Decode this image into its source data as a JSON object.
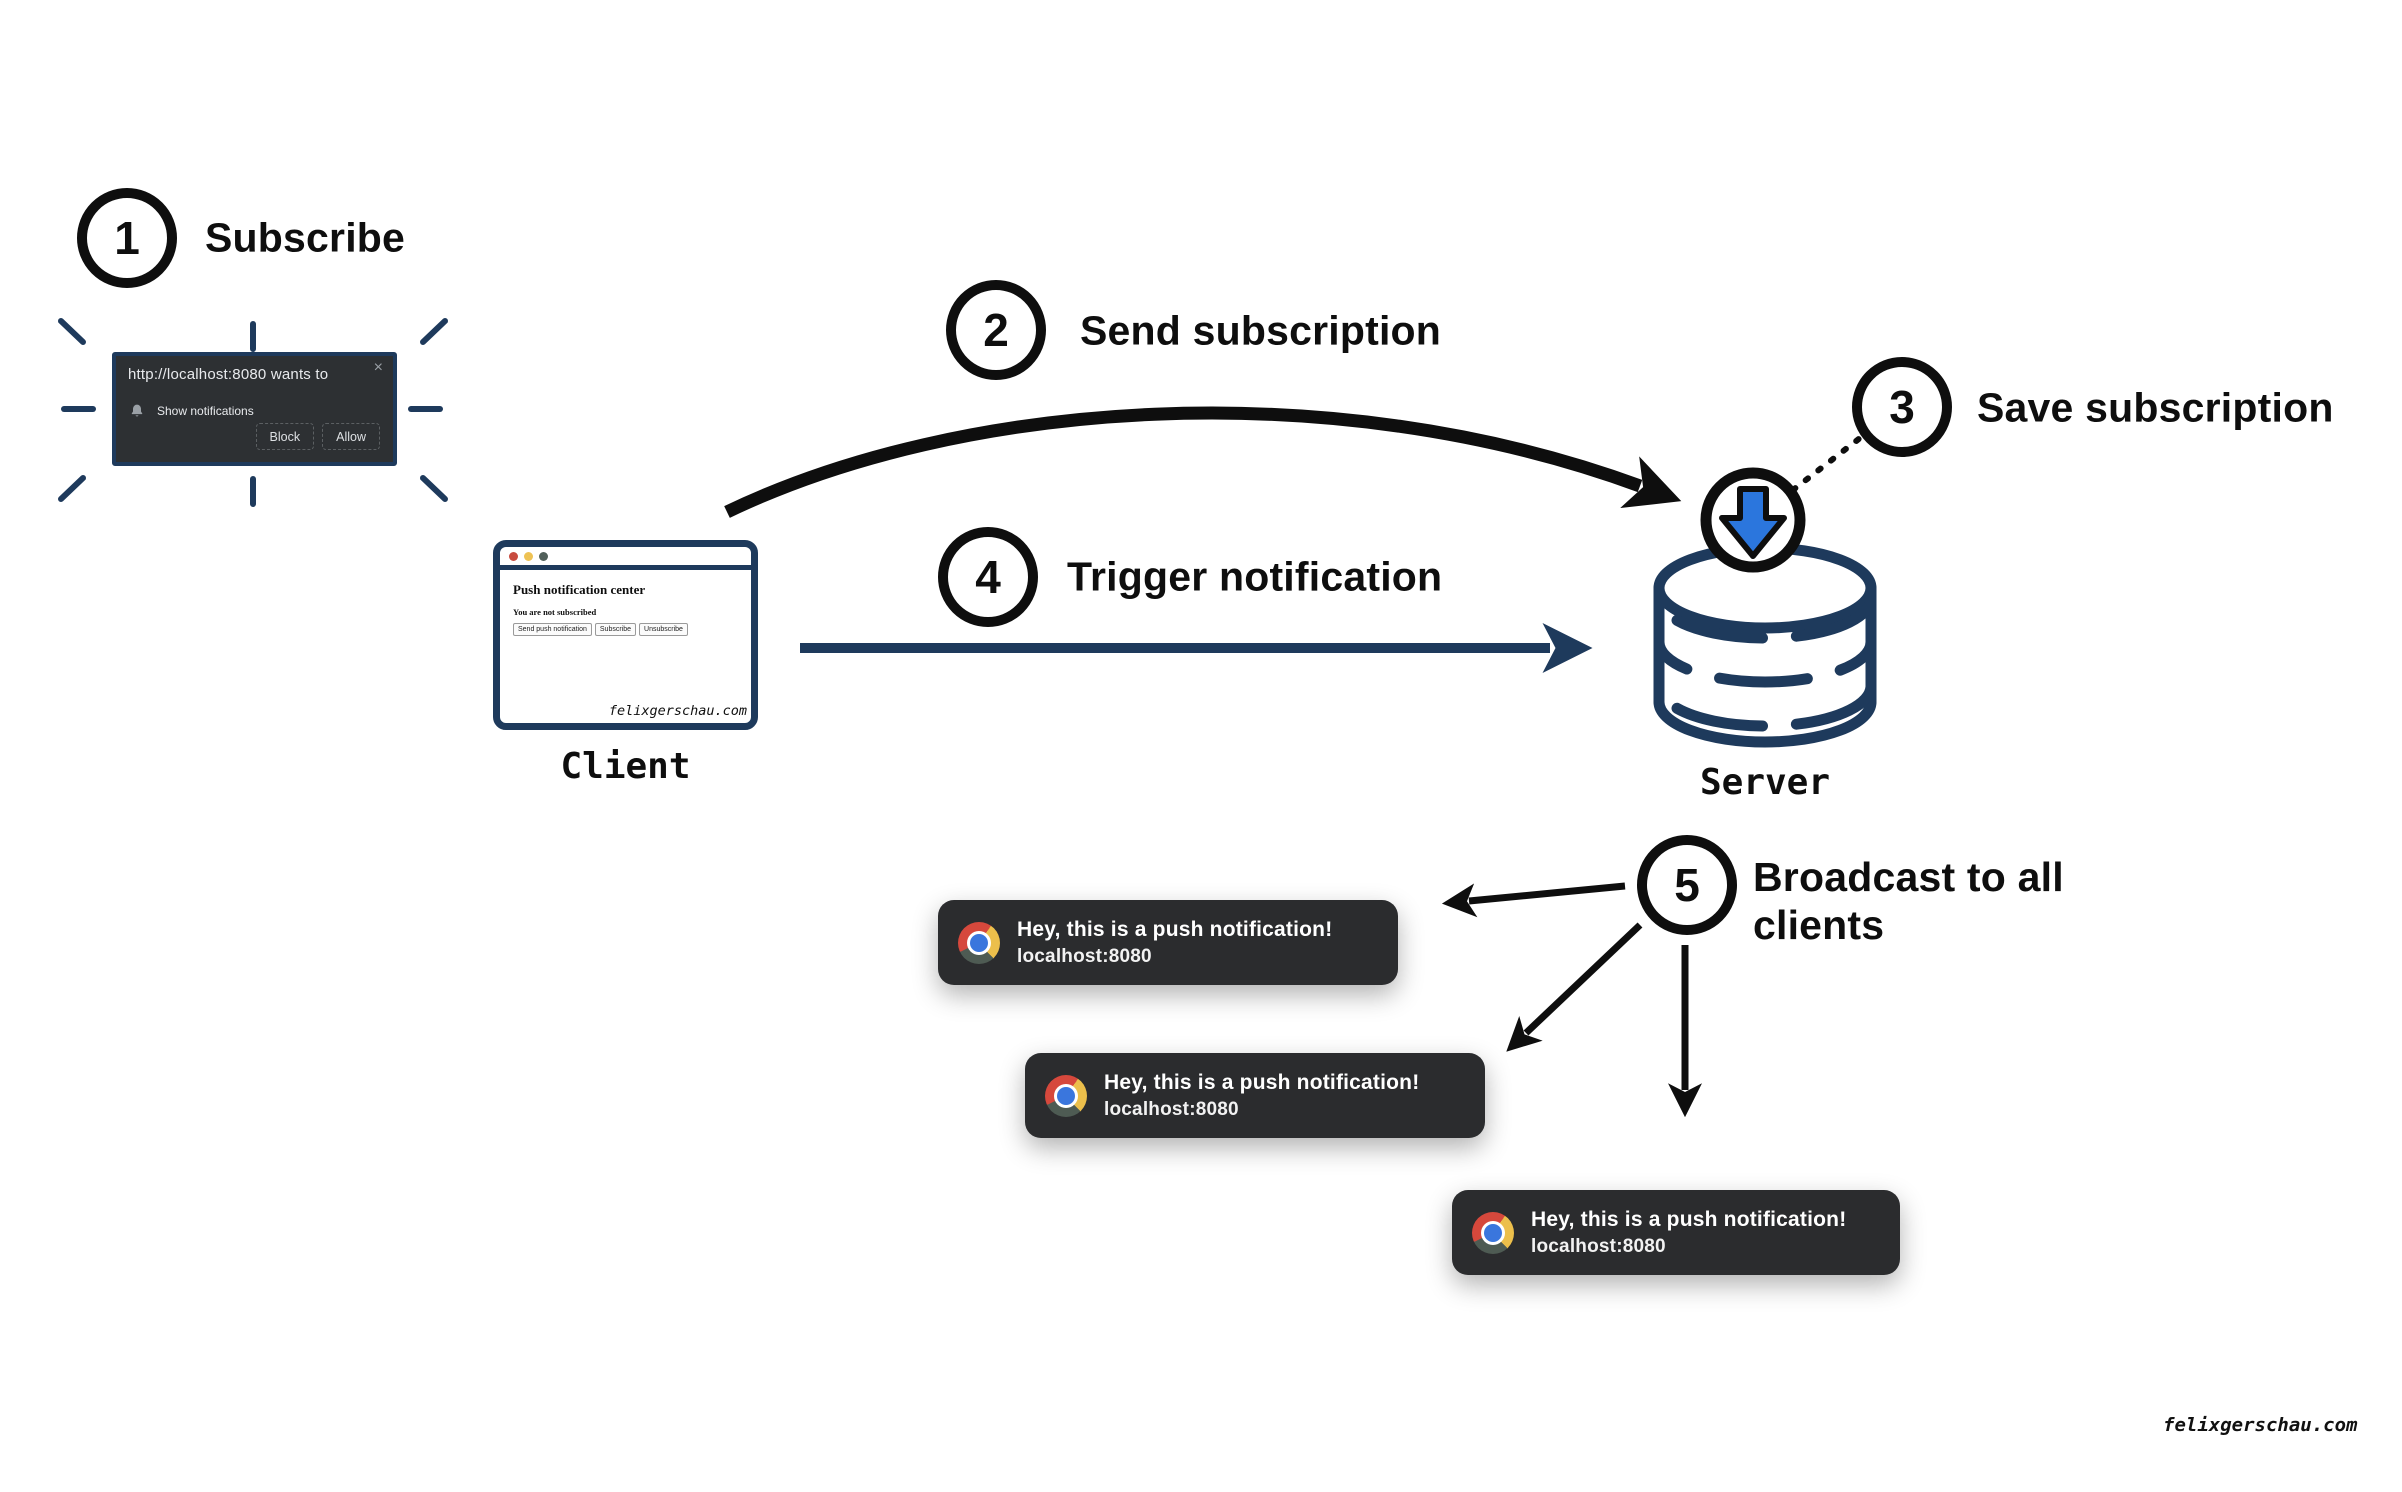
{
  "diagram": {
    "steps": {
      "one": {
        "number": "1",
        "label": "Subscribe"
      },
      "two": {
        "number": "2",
        "label": "Send subscription"
      },
      "three": {
        "number": "3",
        "label": "Save subscription"
      },
      "four": {
        "number": "4",
        "label": "Trigger notification"
      },
      "five": {
        "number": "5",
        "label_line1": "Broadcast to all",
        "label_line2": "clients"
      }
    },
    "permission_dialog": {
      "title": "http://localhost:8080 wants to",
      "permission": "Show notifications",
      "block_button": "Block",
      "allow_button": "Allow",
      "close_icon": "×"
    },
    "client_window": {
      "page_heading": "Push notification center",
      "status_text": "You are not subscribed",
      "buttons": {
        "send": "Send push notification",
        "subscribe": "Subscribe",
        "unsubscribe": "Unsubscribe"
      },
      "watermark": "felixgerschau.com",
      "caption": "Client"
    },
    "server": {
      "caption": "Server"
    },
    "notifications": [
      {
        "message": "Hey, this is a push notification!",
        "source": "localhost:8080"
      },
      {
        "message": "Hey, this is a push notification!",
        "source": "localhost:8080"
      },
      {
        "message": "Hey, this is a push notification!",
        "source": "localhost:8080"
      }
    ],
    "credit": "felixgerschau.com"
  },
  "icons": {
    "bell": "bell-icon",
    "chrome": "chrome-logo-icon",
    "download": "download-arrow-icon",
    "database": "database-cylinder-icon"
  },
  "colors": {
    "navy": "#1e3a5c",
    "black": "#0e0e0e",
    "accent_blue": "#2b76dd",
    "toast_background": "#2b2c2e",
    "dialog_background": "#2d3033",
    "chrome_red": "#d6483c",
    "chrome_yellow": "#ecbf4b",
    "chrome_green": "#4e5b53",
    "chrome_blue": "#3a76dd"
  }
}
